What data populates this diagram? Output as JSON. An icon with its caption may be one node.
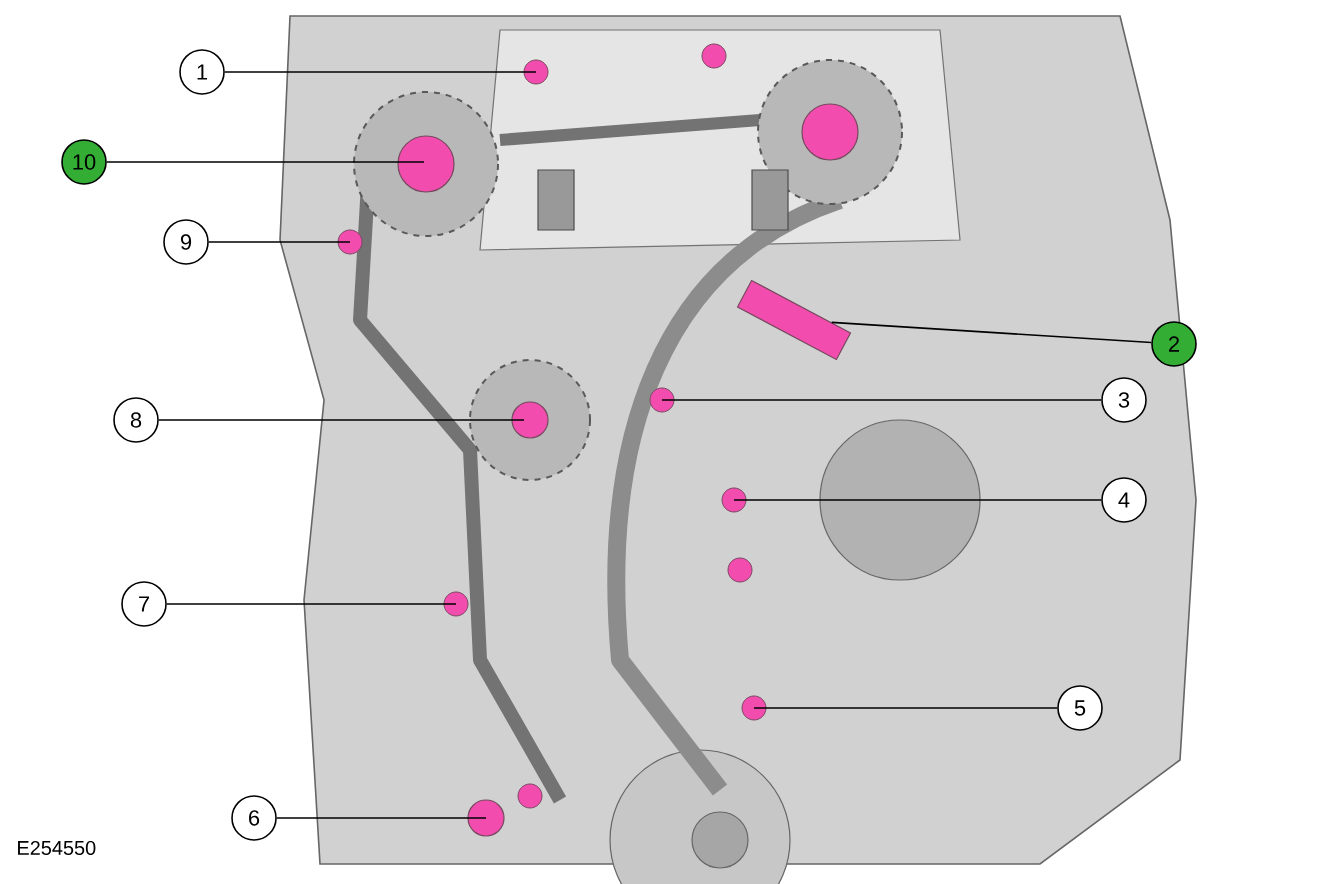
{
  "diagram": {
    "nodes": [
      {
        "text": [
          "1"
        ]
      },
      {
        "text": [
          "10"
        ]
      },
      {
        "text": [
          "9"
        ]
      },
      {
        "text": [
          "2"
        ]
      },
      {
        "text": [
          "3"
        ]
      },
      {
        "text": [
          "8"
        ]
      },
      {
        "text": [
          "4"
        ]
      },
      {
        "text": [
          "7"
        ]
      },
      {
        "text": [
          "5"
        ]
      },
      {
        "text": [
          "6"
        ]
      },
      {
        "text": [],
        "shape": "picture"
      }
    ],
    "edges": [
      {
        "from": 0,
        "to": null,
        "arrow": "none"
      },
      {
        "from": 1,
        "to": null,
        "arrow": "none"
      },
      {
        "from": 2,
        "to": null,
        "arrow": "none"
      },
      {
        "from": 3,
        "to": 10,
        "arrow": "none"
      },
      {
        "from": 4,
        "to": null,
        "arrow": "none"
      },
      {
        "from": 5,
        "to": null,
        "arrow": "none"
      },
      {
        "from": 6,
        "to": null,
        "arrow": "none"
      },
      {
        "from": 7,
        "to": null,
        "arrow": "none"
      },
      {
        "from": 8,
        "to": null,
        "arrow": "none"
      },
      {
        "from": 9,
        "to": null,
        "arrow": "none"
      }
    ],
    "labels": [
      "E254550"
    ]
  }
}
